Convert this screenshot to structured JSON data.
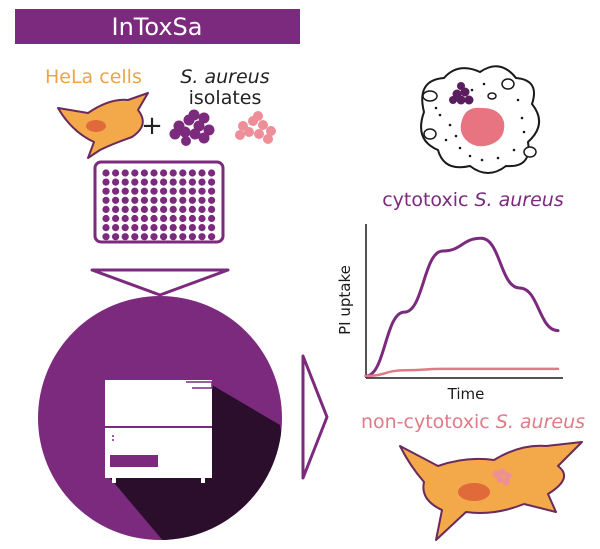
{
  "title": "InToxSa",
  "left": {
    "hela_label": "HeLa cells",
    "plus": "+",
    "saureus_italic": "S. aureus",
    "isolates_label": "isolates"
  },
  "right": {
    "cytotoxic_prefix": "cytotoxic ",
    "cytotoxic_italic": "S. aureus",
    "noncytotoxic_prefix": "non-cytotoxic ",
    "noncytotoxic_italic": "S. aureus"
  },
  "chart_data": {
    "type": "line",
    "title": "",
    "xlabel": "Time",
    "ylabel": "PI uptake",
    "x": [
      0,
      0.2,
      0.4,
      0.6,
      0.8,
      1.0
    ],
    "series": [
      {
        "values": [
          0.0,
          0.45,
          0.88,
          0.97,
          0.62,
          0.32
        ],
        "color": "#7b2a7e"
      },
      {
        "values": [
          0.0,
          0.04,
          0.05,
          0.05,
          0.05,
          0.05
        ],
        "color": "#e07a86"
      }
    ],
    "ylim": [
      0,
      1
    ],
    "grid": false
  },
  "colors": {
    "purple": "#7b2a7e",
    "orange": "#f0a347",
    "pink": "#e07a86",
    "dark": "#2b0d2c"
  }
}
